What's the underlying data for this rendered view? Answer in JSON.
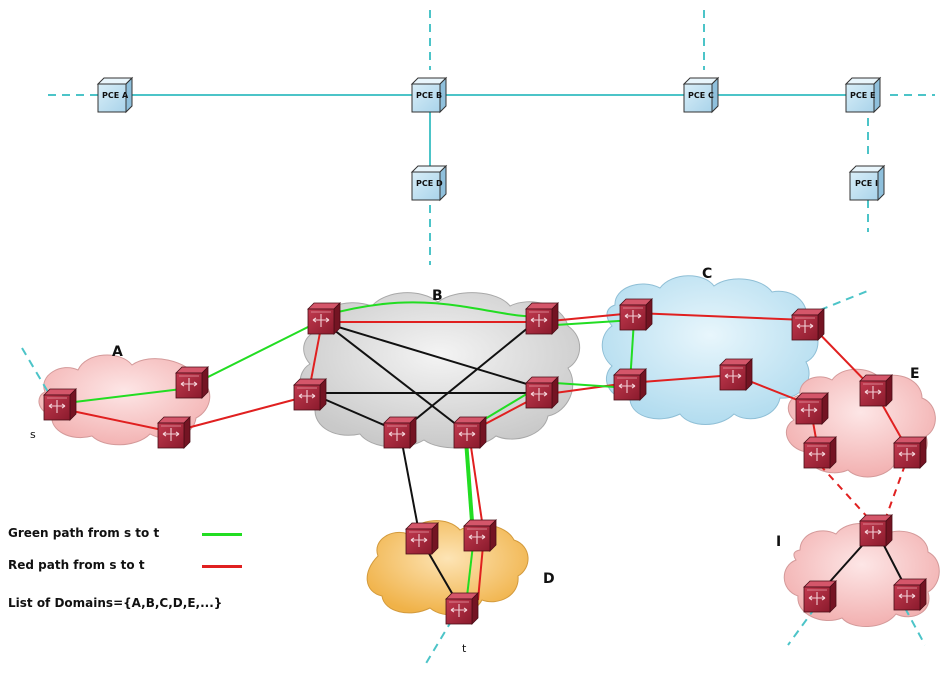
{
  "pces": {
    "a": "PCE A",
    "b": "PCE B",
    "c": "PCE C",
    "d": "PCE D",
    "e": "PCE E",
    "i": "PCE I"
  },
  "domains": {
    "a": "A",
    "b": "B",
    "c": "C",
    "d": "D",
    "e": "E",
    "i": "I"
  },
  "endpoints": {
    "source": "s",
    "target": "t"
  },
  "legend": {
    "green_label": "Green path from s to t",
    "red_label": "Red path from s to t",
    "domains_list": "List of Domains={A,B,C,D,E,...}"
  },
  "colors": {
    "green_path": "#22dd22",
    "red_path": "#e02020",
    "pce_link": "#4cc4c8",
    "cloud_a": "#f7c6c6",
    "cloud_b": "#e2e2e2",
    "cloud_c": "#c9e8f6",
    "cloud_d": "#f6c46a",
    "cloud_e": "#f7c6c6",
    "cloud_i": "#f7c6c6",
    "router": "#a3253a"
  }
}
